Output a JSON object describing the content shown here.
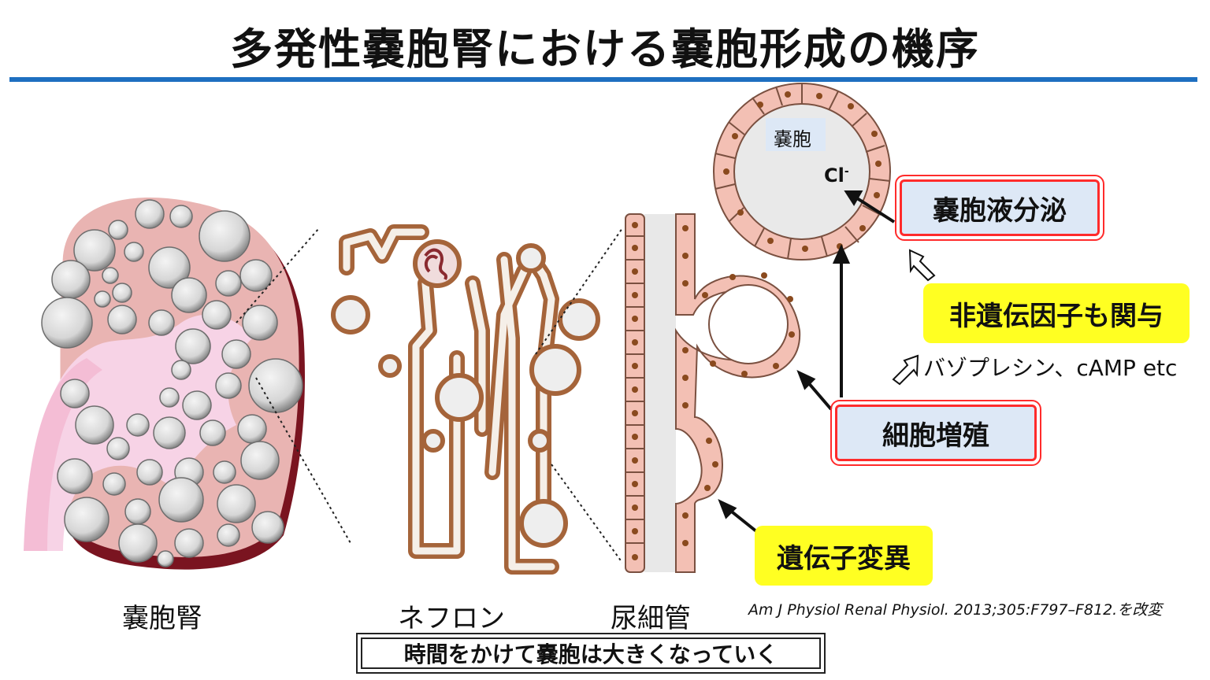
{
  "title": "多発性嚢胞腎における嚢胞形成の機序",
  "labels": {
    "kidney": "嚢胞腎",
    "nephron": "ネフロン",
    "tubule": "尿細管",
    "cyst": "嚢胞",
    "chloride": "Cl",
    "chloride_sup": "-"
  },
  "boxes": {
    "fluid_secretion": "嚢胞液分泌",
    "non_genetic": "非遺伝因子も関与",
    "factors": "バゾプレシン、cAMP etc",
    "proliferation": "細胞増殖",
    "mutation": "遺伝子変異"
  },
  "caption": "時間をかけて嚢胞は大きくなっていく",
  "citation": "Am J Physiol Renal Physiol. 2013;305:F797–F812.を改変",
  "colors": {
    "accent_rule": "#1e6fc0",
    "highlight_yellow": "#ffff22",
    "box_blue": "#dde8f6",
    "box_border": "#ff2b2b",
    "cell_pink": "#f3c0b4",
    "nucleus": "#8a4a1e"
  }
}
